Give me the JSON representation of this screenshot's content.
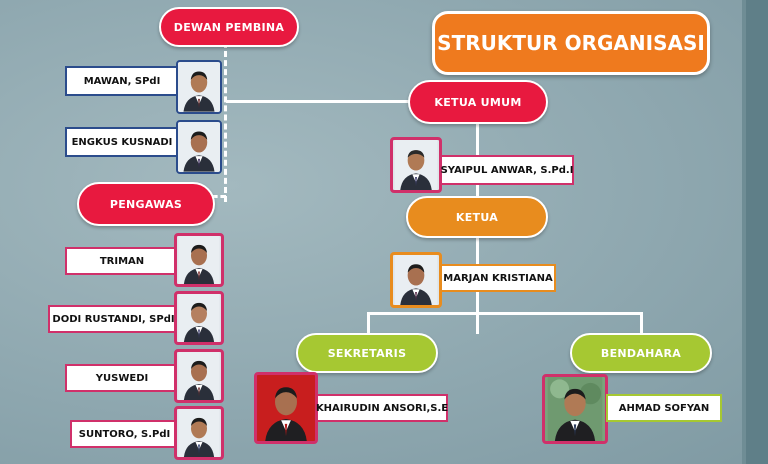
{
  "title": "STRUKTUR ORGANISASI",
  "roles": {
    "dewan_pembina": "DEWAN PEMBINA",
    "pengawas": "PENGAWAS",
    "ketua_umum": "KETUA UMUM",
    "ketua": "KETUA",
    "sekretaris": "SEKRETARIS",
    "bendahara": "BENDAHARA"
  },
  "members": {
    "mawan": "MAWAN, SPdI",
    "engkus": "ENGKUS KUSNADI",
    "triman": "TRIMAN",
    "dodi": "DODI RUSTANDI, SPdI",
    "yuswedi": "YUSWEDI",
    "suntoro": "SUNTORO, S.PdI",
    "syaipul": "SYAIPUL ANWAR, S.Pd.I",
    "marjan": "MARJAN KRISTIANA",
    "khairudin": "KHAIRUDIN ANSORI,S.E",
    "ahmad": "AHMAD SOFYAN"
  },
  "colors": {
    "red": "#e8193f",
    "orange": "#e88c1e",
    "green": "#a6c832",
    "title_orange": "#ef7a1e",
    "background": "#8fa8b0"
  }
}
